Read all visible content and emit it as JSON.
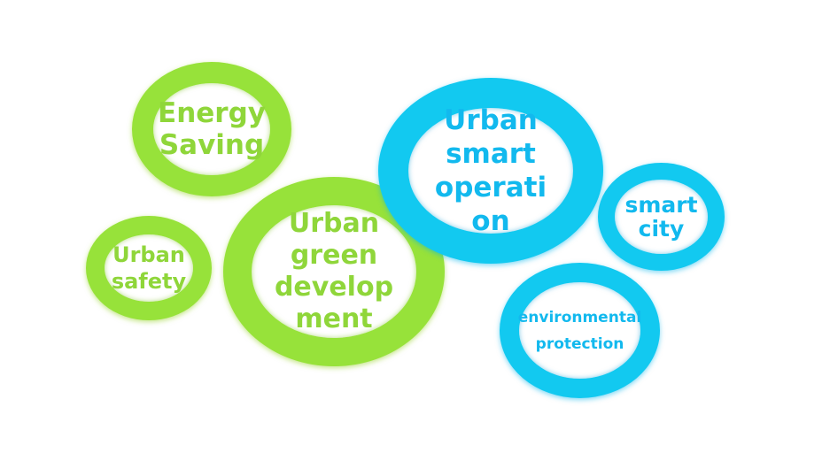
{
  "diagram": {
    "colors": {
      "green": "#97e23a",
      "blue": "#12c9f0"
    },
    "bubbles": [
      {
        "label": "Energy\nSaving",
        "color": "green"
      },
      {
        "label": "Urban\nsafety",
        "color": "green"
      },
      {
        "label": "Urban\ngreen\ndevelop\nment",
        "color": "green"
      },
      {
        "label": "Urban\nsmart\noperati\non",
        "color": "blue"
      },
      {
        "label": "smart\ncity",
        "color": "blue"
      },
      {
        "label": "environmental\nprotection",
        "color": "blue"
      }
    ]
  }
}
